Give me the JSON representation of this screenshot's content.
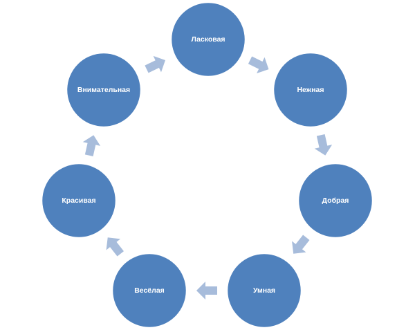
{
  "diagram": {
    "type": "cycle",
    "colors": {
      "node_fill": "#4F81BD",
      "node_border": "#ffffff",
      "arrow_fill": "#A7BCDB",
      "label_color": "#ffffff"
    },
    "nodes": [
      {
        "id": "laskovaya",
        "label": "Ласковая"
      },
      {
        "id": "nezhnaya",
        "label": "Нежная"
      },
      {
        "id": "dobraya",
        "label": "Добрая"
      },
      {
        "id": "umnaya",
        "label": "Умная"
      },
      {
        "id": "vesyolaya",
        "label": "Весёлая"
      },
      {
        "id": "krasivaya",
        "label": "Красивая"
      },
      {
        "id": "vnimatelnaya",
        "label": "Внимательная"
      }
    ],
    "edges": [
      {
        "from": "laskovaya",
        "to": "nezhnaya"
      },
      {
        "from": "nezhnaya",
        "to": "dobraya"
      },
      {
        "from": "dobraya",
        "to": "umnaya"
      },
      {
        "from": "umnaya",
        "to": "vesyolaya"
      },
      {
        "from": "vesyolaya",
        "to": "krasivaya"
      },
      {
        "from": "krasivaya",
        "to": "vnimatelnaya"
      },
      {
        "from": "vnimatelnaya",
        "to": "laskovaya"
      }
    ]
  }
}
